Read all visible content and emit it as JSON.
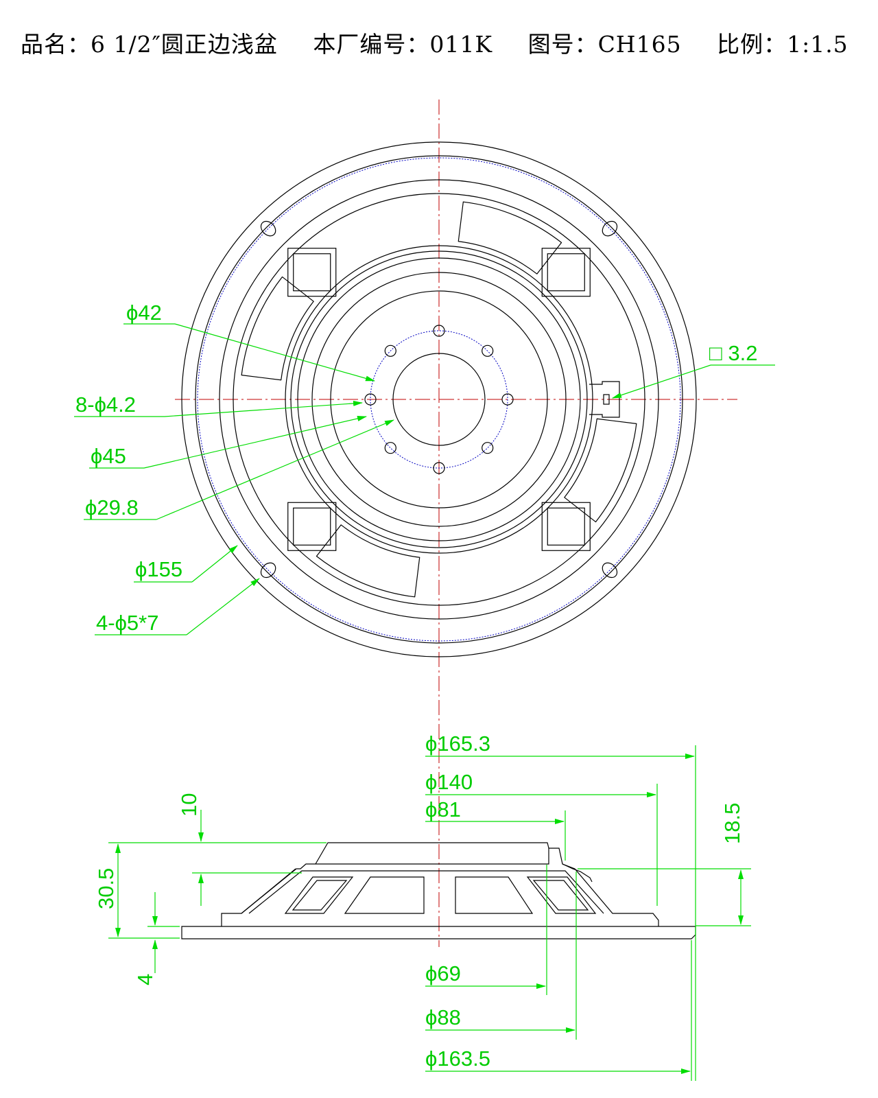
{
  "header": {
    "product": "品名：6 1/2″圆正边浅盆",
    "factory_no": "本厂编号：011K",
    "drawing_no": "图号：CH165",
    "scale": "比例：1:1.5"
  },
  "top_view": {
    "labels": {
      "d42": "ϕ42",
      "holes8": "8-ϕ4.2",
      "d45": "ϕ45",
      "d29_8": "ϕ29.8",
      "d155": "ϕ155",
      "slots4": "4-ϕ5*7",
      "tab": "□ 3.2"
    }
  },
  "side_view": {
    "labels": {
      "d165_3": "ϕ165.3",
      "d140": "ϕ140",
      "d81": "ϕ81",
      "d69": "ϕ69",
      "d88": "ϕ88",
      "d163_5": "ϕ163.5",
      "h10": "10",
      "h30_5": "30.5",
      "h4": "4",
      "h18_5": "18.5"
    }
  },
  "colors": {
    "outline": "#000000",
    "centerline": "#c00000",
    "dimension": "#00dd00",
    "hidden": "#0000c0"
  }
}
